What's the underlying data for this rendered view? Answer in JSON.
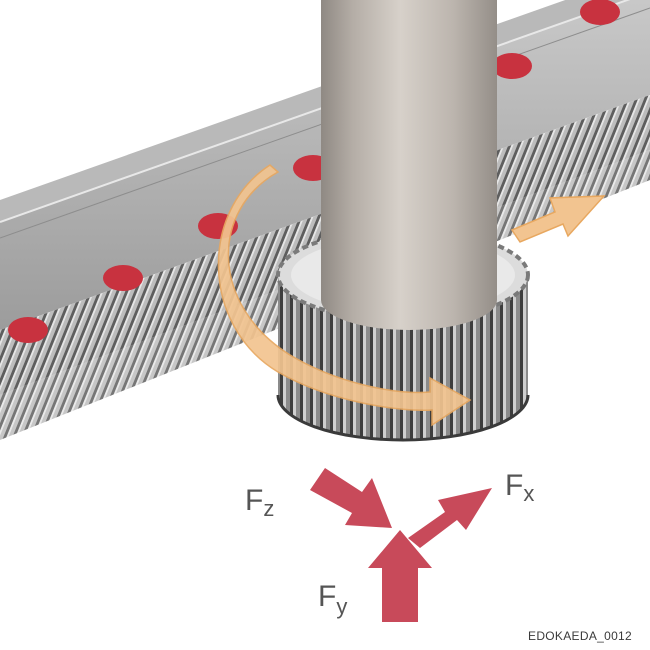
{
  "diagram": {
    "forces": {
      "fz": {
        "main": "F",
        "sub": "z"
      },
      "fx": {
        "main": "F",
        "sub": "x"
      },
      "fy": {
        "main": "F",
        "sub": "y"
      }
    },
    "image_code": "EDOKAEDA_0012"
  },
  "colors": {
    "force_arrow": "#c84a5a",
    "motion_arrow": "#f2c490",
    "rack_dot": "#c8323f",
    "rack_metal": "#9a9a9a",
    "shaft": "#bdb6ae"
  },
  "icons": [
    "rack-gear",
    "pinion-gear",
    "shaft",
    "rotation-arrow",
    "translation-arrow",
    "force-arrow"
  ]
}
